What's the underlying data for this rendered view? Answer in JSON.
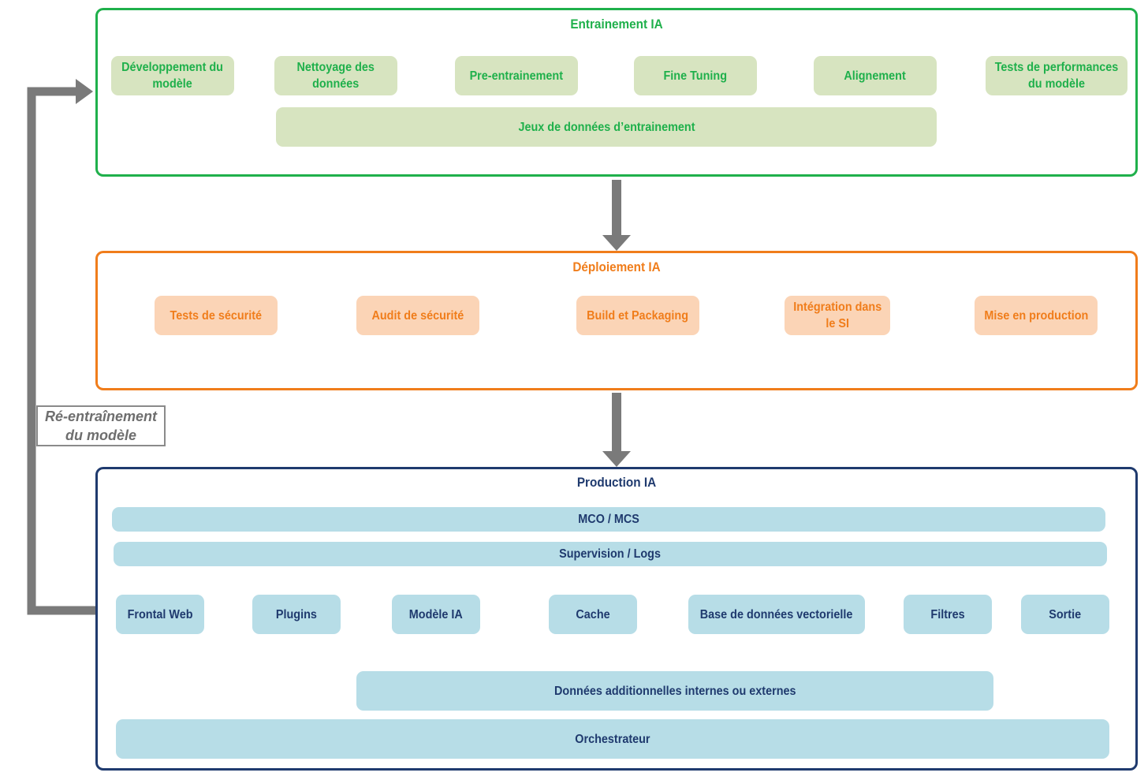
{
  "training": {
    "title": "Entrainement IA",
    "steps": [
      "Développement du\nmodèle",
      "Nettoyage des\ndonnées",
      "Pre-entrainement",
      "Fine Tuning",
      "Alignement",
      "Tests de performances\ndu modèle"
    ],
    "datasets": "Jeux de données d’entrainement"
  },
  "deployment": {
    "title": "Déploiement IA",
    "steps": [
      "Tests de sécurité",
      "Audit de sécurité",
      "Build et Packaging",
      "Intégration dans\nle SI",
      "Mise en production"
    ]
  },
  "production": {
    "title": "Production IA",
    "mco": "MCO / MCS",
    "supervision": "Supervision / Logs",
    "steps": [
      "Frontal Web",
      "Plugins",
      "Modèle IA",
      "Cache",
      "Base de données vectorielle",
      "Filtres",
      "Sortie"
    ],
    "additional_data": "Données additionnelles internes ou externes",
    "orchestrator": "Orchestrateur"
  },
  "retrain_label": "Ré-entraînement\ndu modèle",
  "colors": {
    "training": "#1fb04b",
    "deployment": "#f07d1b",
    "production": "#1f3a6e",
    "training_box": "#d7e4c0",
    "deployment_box": "#fbd4b6",
    "production_box": "#b7dde7",
    "flow_arrow": "#7a7a7a"
  }
}
